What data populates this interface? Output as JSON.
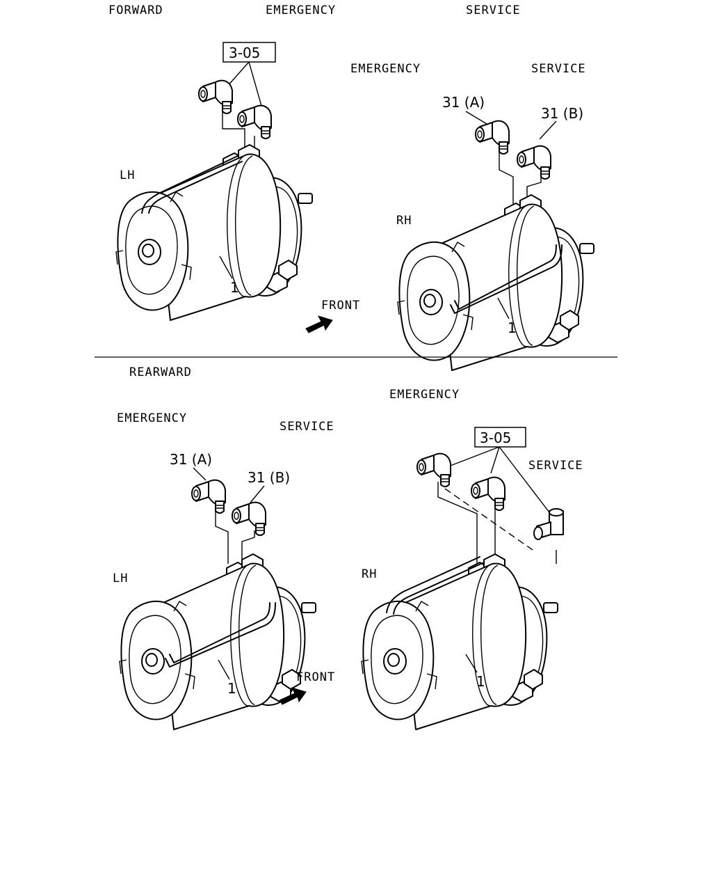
{
  "panels": [
    {
      "section": "FORWARD",
      "side": "LH",
      "emergency": "EMERGENCY",
      "service": "SERVICE",
      "ref_box": "3-05",
      "part_label": "1"
    },
    {
      "side": "RH",
      "emergency": "EMERGENCY",
      "service": "SERVICE",
      "fitting_a": "31 (A)",
      "fitting_b": "31 (B)",
      "part_label": "1",
      "direction": "FRONT"
    },
    {
      "section": "REARWARD",
      "side": "LH",
      "emergency": "EMERGENCY",
      "service": "SERVICE",
      "fitting_a": "31 (A)",
      "fitting_b": "31 (B)",
      "part_label": "1",
      "direction": "FRONT"
    },
    {
      "side": "RH",
      "emergency": "EMERGENCY",
      "service": "SERVICE",
      "ref_box": "3-05",
      "part_label": "1"
    }
  ],
  "colors": {
    "line": "#000000",
    "background": "#ffffff"
  },
  "icons": [
    "brake-chamber-icon",
    "elbow-fitting-icon",
    "front-arrow-icon"
  ]
}
